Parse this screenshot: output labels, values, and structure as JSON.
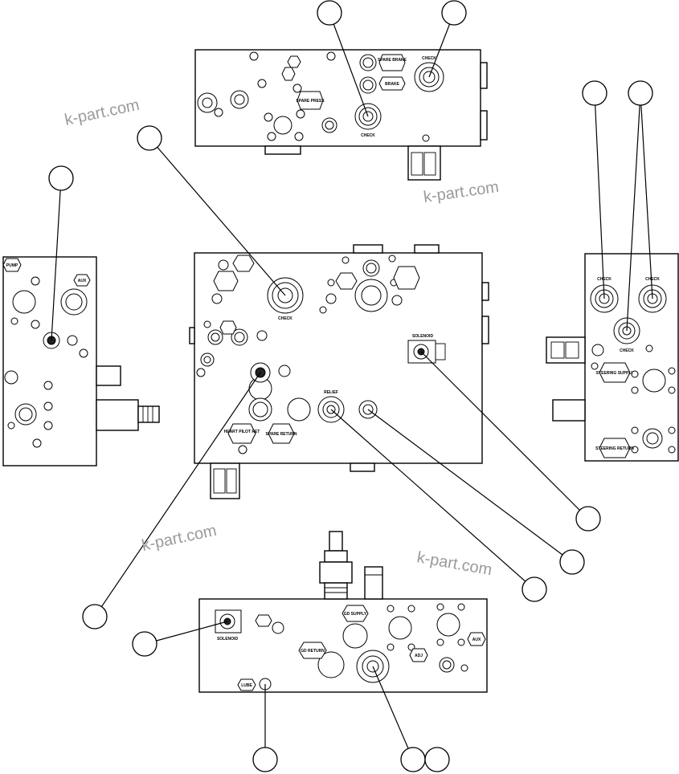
{
  "watermark": "k-part.com",
  "labels": {
    "spare_brake": "SPARE BRAKE",
    "brake": "BRAKE",
    "spare_press": "SPARE PRESS",
    "check": "CHECK",
    "pump": "PUMP",
    "aux": "AUX",
    "solenoid": "SOLENOID",
    "relief": "RELIEF",
    "heart_pilot_ret": "HEART PILOT RET",
    "spare_return": "SPARE RETURN",
    "steering_supply": "STEERING SUPPLY",
    "steering_return": "STEERING RETURN",
    "gd_supply": "GD SUPPLY",
    "gd_return": "GD RETURN",
    "adj": "ADJ",
    "lube": "LUBE"
  },
  "colors": {
    "line": "#000000",
    "background": "#ffffff",
    "watermark": "#9a9a9a"
  }
}
